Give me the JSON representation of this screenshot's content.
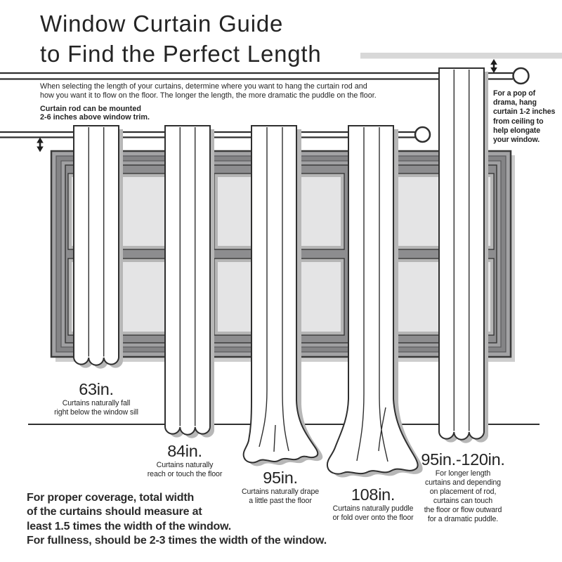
{
  "title": "Window Curtain Guide\nto Find the Perfect Length",
  "intro": "When selecting the length of your curtains, determine where you want to hang the curtain rod and\nhow you want it to flow on the floor. The longer the length, the more dramatic the puddle on the floor.",
  "notes": {
    "rod_mount": "Curtain rod can be mounted\n2-6 inches above window trim.",
    "ceiling_hang": "For a pop of\ndrama, hang\ncurtain 1-2 inches\nfrom ceiling to\nhelp elongate\nyour window."
  },
  "lengths": [
    {
      "size": "63in.",
      "caption": "Curtains naturally fall\nright below the window sill"
    },
    {
      "size": "84in.",
      "caption": "Curtains naturally\nreach or touch the floor"
    },
    {
      "size": "95in.",
      "caption": "Curtains naturally drape\na little past the floor"
    },
    {
      "size": "108in.",
      "caption": "Curtains naturally puddle\nor fold over onto the floor"
    },
    {
      "size": "95in.-120in.",
      "caption": "For longer length\ncurtains and depending\non placement of rod,\ncurtains can touch\nthe floor or flow outward\nfor a dramatic puddle."
    }
  ],
  "footer": "For proper coverage, total width\nof the curtains should measure at\nleast 1.5 times the width of the window.\nFor fullness, should be 2-3 times the width of the window.",
  "colors": {
    "line": "#2f2f2f",
    "text": "#232323",
    "ceiling_bar": "#d8d8d8",
    "frame_outer": "#a3a3a5",
    "frame_band": "#848486",
    "frame_trim": "#a0a0a2",
    "frame_sash": "#8d8d8f",
    "pane": "#e4e4e5",
    "curtain_fill": "#ffffff",
    "curtain_shadow": "#b7b7b7",
    "window_shadow": "#cdcdcd"
  }
}
